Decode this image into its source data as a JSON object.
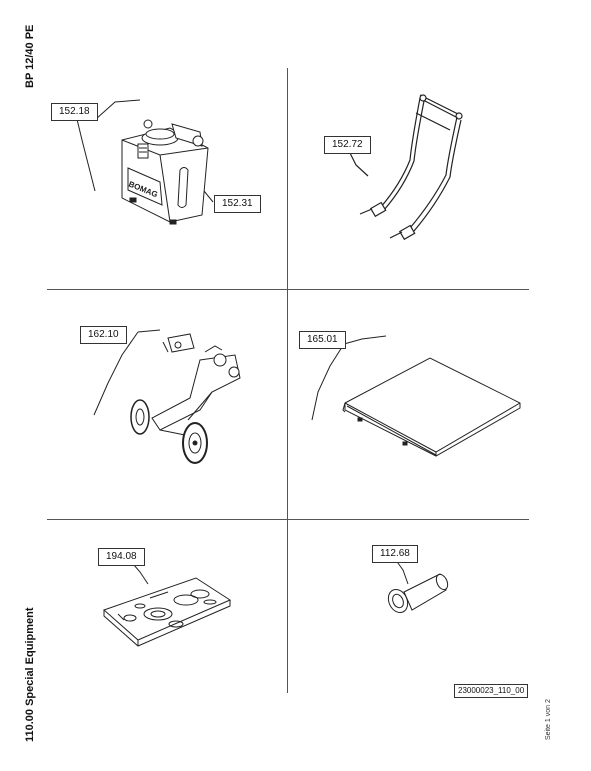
{
  "header": {
    "model": "BP 12/40 PE"
  },
  "footer": {
    "section": "110.00 Special Equipment",
    "page": "Seite 1 von 2",
    "drawing_id": "23000023_110_00"
  },
  "parts": [
    {
      "number": "152.18",
      "item": "water tank"
    },
    {
      "number": "152.31",
      "item": "water tank"
    },
    {
      "number": "152.72",
      "item": "handle"
    },
    {
      "number": "162.10",
      "item": "wheel kit"
    },
    {
      "number": "165.01",
      "item": "plate"
    },
    {
      "number": "194.08",
      "item": "seal kit"
    },
    {
      "number": "112.68",
      "item": "sleeve"
    }
  ],
  "tank_brand": "BOMAG"
}
